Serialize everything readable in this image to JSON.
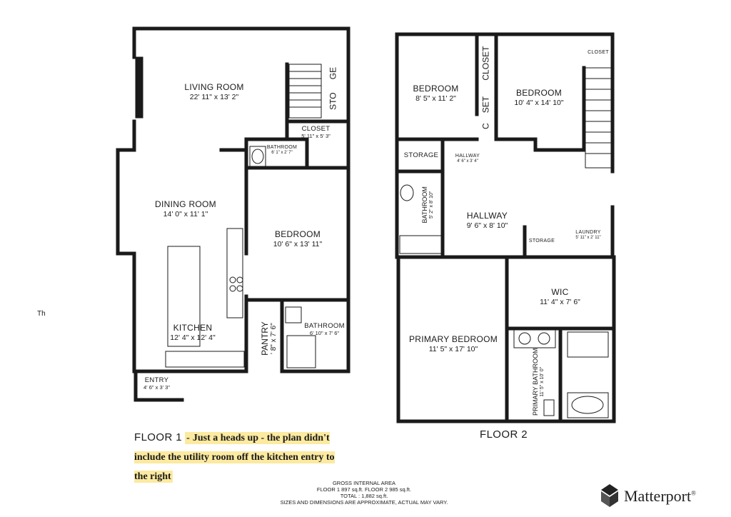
{
  "floor1": {
    "label": "FLOOR 1",
    "note": "Just a heads up - the plan didn't include the utility room off the kitchen entry to the right",
    "note_dash": "-",
    "rooms": {
      "living": {
        "name": "LIVING ROOM",
        "dims": "22' 11\" x 13' 2\""
      },
      "closet": {
        "name": "CLOSET",
        "dims": "5' 11\" x 5' 3\""
      },
      "bath_small": {
        "name": "BATHROOM",
        "dims": "6' 1\" x 2' 7\""
      },
      "sto": {
        "name": "STO"
      },
      "ge": {
        "name": "GE"
      },
      "dining": {
        "name": "DINING ROOM",
        "dims": "14' 0\" x 11' 1\""
      },
      "bedroom": {
        "name": "BEDROOM",
        "dims": "10' 6\" x 13' 11\""
      },
      "kitchen": {
        "name": "KITCHEN",
        "dims": "12' 4\" x 12' 4\""
      },
      "pantry": {
        "name": "PANTRY",
        "dims": "' 8\" x 7' 6\""
      },
      "bathroom": {
        "name": "BATHROOM",
        "dims": "6' 10\" x 7' 6\""
      },
      "entry": {
        "name": "ENTRY",
        "dims": "4' 6\" x 3' 3\""
      }
    }
  },
  "floor2": {
    "label": "FLOOR 2",
    "rooms": {
      "bedroom_a": {
        "name": "BEDROOM",
        "dims": "8' 5\" x 11' 2\""
      },
      "closet_a": {
        "name": "CLOSET"
      },
      "closet_b": {
        "name": "CLOSET"
      },
      "set": {
        "name": "SET"
      },
      "c": {
        "name": "C"
      },
      "bedroom_b": {
        "name": "BEDROOM",
        "dims": "10' 4\" x 14' 10\""
      },
      "storage_a": {
        "name": "STORAGE"
      },
      "hallway_small": {
        "name": "HALLWAY",
        "dims": "4' 6\" x 3' 4\""
      },
      "bathroom": {
        "name": "BATHROOM",
        "dims": "5' 2\" x 8' 10\""
      },
      "hallway": {
        "name": "HALLWAY",
        "dims": "9' 6\" x 8' 10\""
      },
      "storage_b": {
        "name": "STORAGE"
      },
      "laundry": {
        "name": "LAUNDRY",
        "dims": "5' 11\" x 2' 11\""
      },
      "wic": {
        "name": "WIC",
        "dims": "11' 4\" x 7' 6\""
      },
      "primary_bedroom": {
        "name": "PRIMARY BEDROOM",
        "dims": "11' 5\" x 17' 10\""
      },
      "primary_bath": {
        "name": "PRIMARY BATHROOM",
        "dims": "11' 5\" x 10' 0\""
      }
    }
  },
  "left_text": "Th",
  "area": {
    "title": "GROSS INTERNAL AREA",
    "line1": "FLOOR 1  897 sq.ft.     FLOOR 2  985 sq.ft.",
    "line2": "TOTAL :  1,882 sq.ft.",
    "disclaimer": "SIZES AND DIMENSIONS ARE APPROXIMATE, ACTUAL MAY VARY."
  },
  "brand": {
    "name": "Matterport",
    "mark": "®"
  },
  "colors": {
    "wall": "#1a1a1a",
    "highlight": "#fbeaa0",
    "fixture": "#666666"
  }
}
